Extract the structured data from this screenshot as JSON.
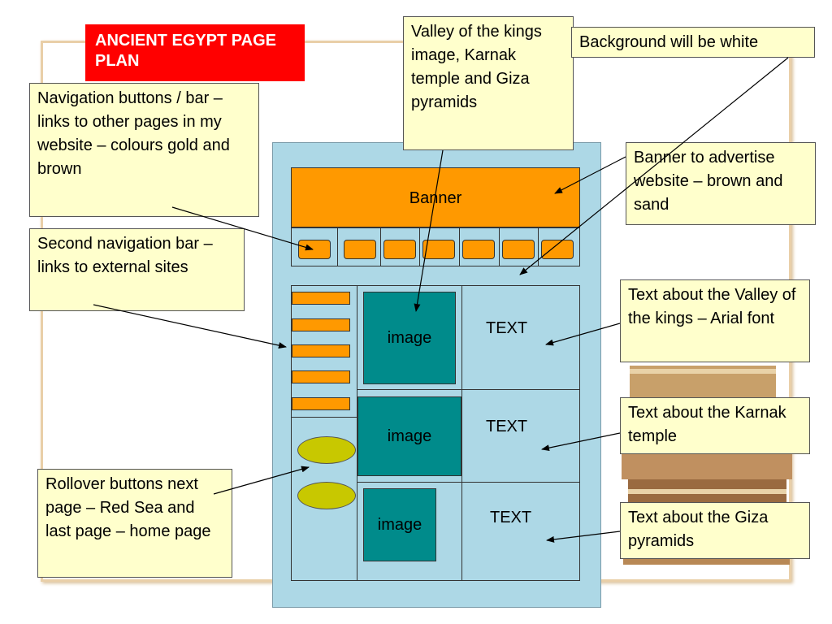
{
  "title": "ANCIENT EGYPT PAGE PLAN",
  "notes": {
    "nav": "Navigation buttons / bar – links to other pages in my website – colours  gold and brown",
    "second_nav": "Second navigation bar – links to external sites",
    "images": "Valley of the kings image, Karnak temple and Giza pyramids",
    "background": "Background will be white",
    "banner": "Banner to advertise website – brown and sand",
    "valley": "Text about the Valley of the kings – Arial font",
    "karnak": "Text about the Karnak temple",
    "giza": "Text about the Giza pyramids",
    "rollover": "Rollover buttons next page – Red Sea and last page – home page"
  },
  "plan": {
    "banner": "Banner",
    "image_label": "image",
    "text_label": "TEXT"
  },
  "colors": {
    "title_bg": "#ff0000",
    "note_bg": "#ffffcc",
    "plan_bg": "#add8e6",
    "banner": "#ff9900",
    "image": "#008b8b",
    "rollover": "#c8c800"
  }
}
